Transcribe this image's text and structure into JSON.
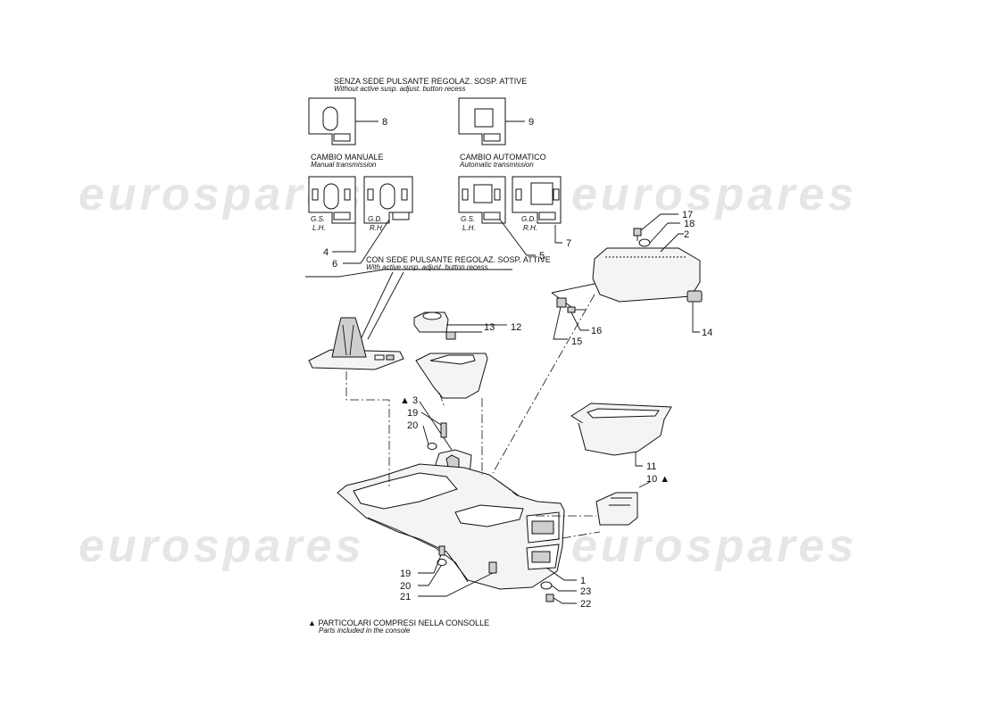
{
  "watermark": "eurospares",
  "captions": {
    "without_recess_it": "SENZA SEDE PULSANTE REGOLAZ. SOSP. ATTIVE",
    "without_recess_en": "Without active susp. adjust. button recess",
    "manual_it": "CAMBIO MANUALE",
    "manual_en": "Manual transmission",
    "automatic_it": "CAMBIO AUTOMATICO",
    "automatic_en": "Automatic transmission",
    "with_recess_it": "CON SEDE PULSANTE REGOLAZ. SOSP. ATTIVE",
    "with_recess_en": "With active susp. adjust. button recess",
    "note_symbol": "▲",
    "note_it": "PARTICOLARI COMPRESI NELLA CONSOLLE",
    "note_en": "Parts included in the console"
  },
  "variant_labels": {
    "gs": "G.S.",
    "lh": "L.H.",
    "gd": "G.D.",
    "rh": "R.H."
  },
  "callouts": {
    "c1": "1",
    "c2": "2",
    "c3": "▲ 3",
    "c4": "4",
    "c5": "5",
    "c6": "6",
    "c7": "7",
    "c8": "8",
    "c9": "9",
    "c10": "10 ▲",
    "c11": "11",
    "c12": "12",
    "c13": "13",
    "c14": "14",
    "c15": "15",
    "c16": "16",
    "c17": "17",
    "c18": "18",
    "c19a": "19",
    "c20a": "20",
    "c19b": "19",
    "c20b": "20",
    "c21": "21",
    "c22": "22",
    "c23": "23"
  }
}
